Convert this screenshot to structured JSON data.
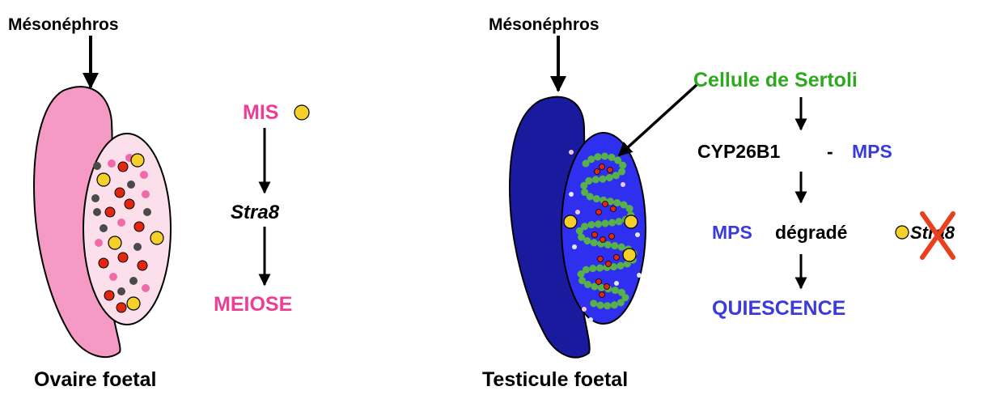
{
  "left_panel": {
    "mesonephros_label": "Mésonéphros",
    "caption": "Ovaire foetal",
    "pathway": {
      "signal": "MIS",
      "gene": "Stra8",
      "outcome": "MEIOSE"
    }
  },
  "right_panel": {
    "mesonephros_label": "Mésonéphros",
    "caption": "Testicule foetal",
    "pathway": {
      "cell": "Cellule de Sertoli",
      "enzyme": "CYP26B1",
      "dash": "-",
      "enzyme_partner": "MPS",
      "degraded_prefix": "MPS",
      "degraded_suffix": "dégradé",
      "blocked_gene": "Stra8",
      "outcome": "QUIESCENCE"
    }
  },
  "colors": {
    "ovary_mesonephros": "#f49ac4",
    "ovary_gonad": "#fbe0ec",
    "testis_mesonephros": "#1a1a9e",
    "testis_gonad": "#2f2ff0",
    "magenta_text": "#ee3d96",
    "green_text": "#2ea81e",
    "blue_text": "#3b3bd9",
    "yellow_dot": "#f5d02b",
    "red_dot": "#e3260f",
    "grey_dot": "#4a4a4a",
    "pink_dot": "#f06aa8",
    "green_bead": "#58b04a",
    "cross": "#e8401c"
  }
}
